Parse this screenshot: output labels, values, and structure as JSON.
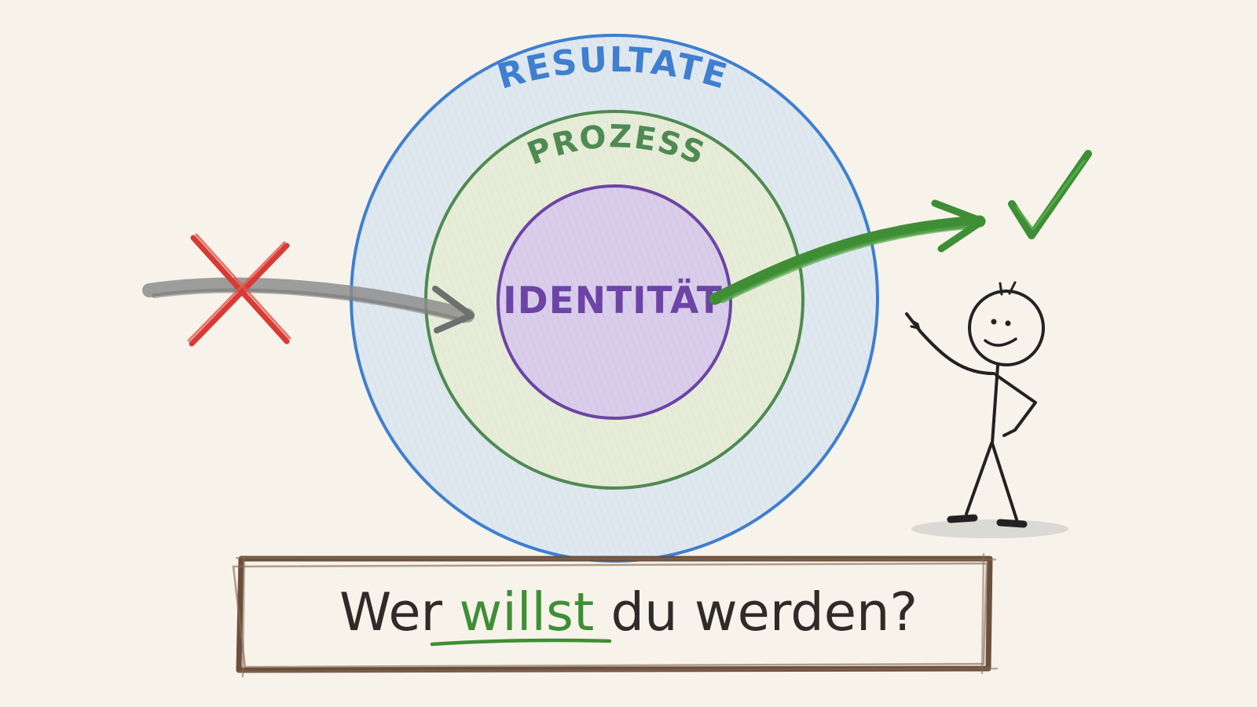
{
  "diagram": {
    "rings": {
      "outer_label": "RESULTATE",
      "middle_label": "PROZESS",
      "inner_label": "IDENTITÄT"
    },
    "caption": {
      "part1": "Wer",
      "highlight": "willst",
      "part2": "du werden?"
    },
    "colors": {
      "background": "#f7f3ea",
      "outer_ring": "#3f7fd0",
      "outer_fill": "#dfe8ef",
      "middle_ring": "#4f8a52",
      "middle_fill": "#e6ecd8",
      "inner_ring": "#6c44a6",
      "inner_fill": "#d9cdea",
      "wrong_arrow": "#8d8d8d",
      "wrong_mark": "#d83b35",
      "right_arrow": "#3f8e36",
      "check_mark": "#3f8e36",
      "caption_text": "#2f2b28",
      "caption_highlight": "#3f8e36",
      "frame": "#6b4f3d",
      "stick_figure": "#222222"
    }
  }
}
